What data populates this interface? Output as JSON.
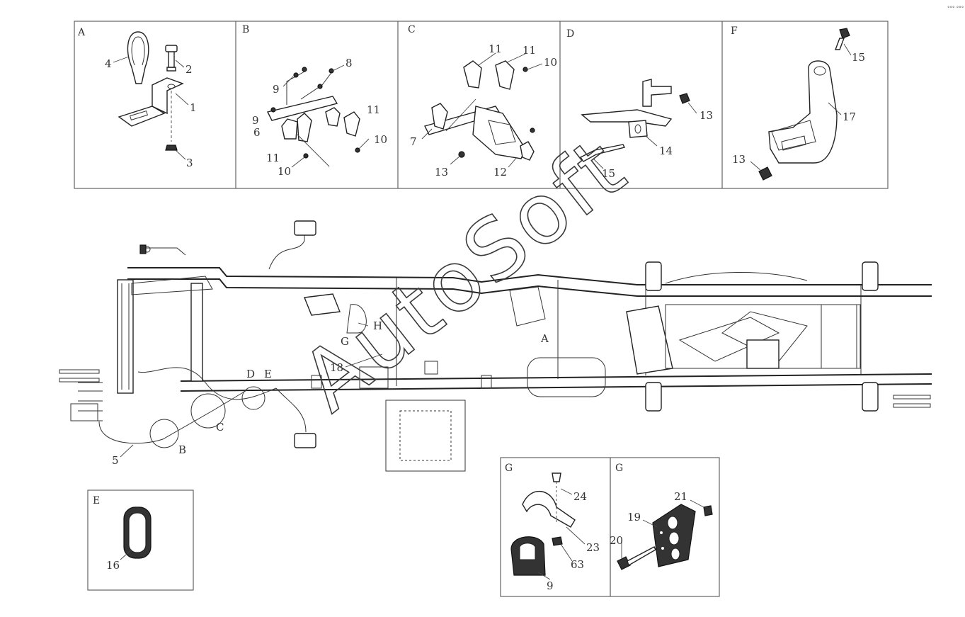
{
  "corner_mark": "°°° °°°",
  "watermark": "AutoSoft",
  "panels": {
    "A": {
      "title": "A",
      "labels": [
        "4",
        "2",
        "1",
        "3"
      ]
    },
    "B": {
      "title": "B",
      "labels": [
        "8",
        "9",
        "9",
        "6",
        "11",
        "11",
        "10",
        "10"
      ]
    },
    "C": {
      "title": "C",
      "labels": [
        "11",
        "11",
        "10",
        "7",
        "13",
        "12"
      ]
    },
    "D": {
      "title": "D",
      "labels": [
        "13",
        "14",
        "15"
      ]
    },
    "F": {
      "title": "F",
      "labels": [
        "15",
        "17",
        "13"
      ]
    },
    "E": {
      "title": "E",
      "labels": [
        "16"
      ]
    },
    "G1": {
      "title": "G",
      "labels": [
        "24",
        "23",
        "63",
        "9"
      ]
    },
    "G2": {
      "title": "G",
      "labels": [
        "21",
        "19",
        "20"
      ]
    }
  },
  "chassis_callouts": {
    "H": "H",
    "G": "G",
    "n18": "18",
    "A": "A",
    "D": "D",
    "E": "E",
    "C": "C",
    "B": "B",
    "n5": "5"
  }
}
